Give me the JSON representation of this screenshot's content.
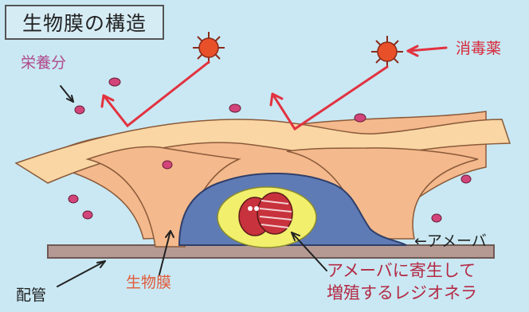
{
  "title": "生物膜の構造",
  "labels": {
    "nutrient": "栄養分",
    "disinfectant": "消毒薬",
    "amoeba": "←アメーバ",
    "pipe": "配管",
    "biofilm": "生物膜",
    "legionella_line1": "アメーバに寄生して",
    "legionella_line2": "増殖するレジオネラ"
  },
  "colors": {
    "background": "#c9e8f3",
    "biofilm": "#f4b98c",
    "biofilm_light": "#f9d6a3",
    "amoeba": "#5f7bb5",
    "nucleus": "#f2ef6c",
    "pipe": "#b59a93",
    "arrow_red": "#e23240",
    "nutrient_dot": "#d2457a",
    "legionella": "#c8323c"
  }
}
